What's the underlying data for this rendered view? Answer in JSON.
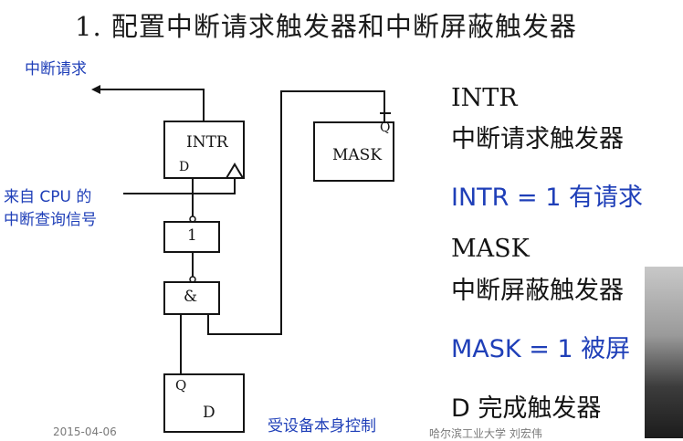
{
  "title": "1. 配置中断请求触发器和中断屏蔽触发器",
  "diagram": {
    "interrupt_request_label": "中断请求",
    "cpu_query_label_line1": "来自 CPU 的",
    "cpu_query_label_line2": "中断查询信号",
    "intr_box_label": "INTR",
    "intr_d_label": "D",
    "mask_box_label": "MASK",
    "mask_q_label": "Q",
    "not_gate_label": "1",
    "and_gate_label": "&",
    "d_box_q_label": "Q",
    "d_box_label": "D",
    "device_control_label": "受设备本身控制"
  },
  "legend": {
    "intr_title": "INTR",
    "intr_desc": "中断请求触发器",
    "intr_eq": "INTR = 1  有请求",
    "mask_title": "MASK",
    "mask_desc": "中断屏蔽触发器",
    "mask_eq": "MASK = 1  被屏",
    "d_desc": "D  完成触发器"
  },
  "footer": {
    "date": "2015-04-06",
    "institution": "哈尔滨工业大学  刘宏伟"
  },
  "colors": {
    "accent_blue": "#1f3fb8",
    "line": "#141414"
  }
}
